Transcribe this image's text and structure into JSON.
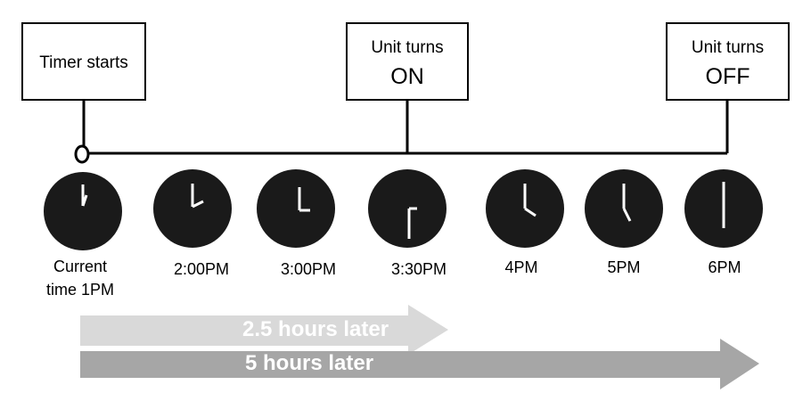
{
  "events": {
    "timer_starts": "Timer starts",
    "unit_on_line1": "Unit turns",
    "unit_on_line2": "ON",
    "unit_off_line1": "Unit turns",
    "unit_off_line2": "OFF"
  },
  "clocks": [
    {
      "label_line1": "Current",
      "label_line2": "time 1PM",
      "time": "1:00"
    },
    {
      "label_line1": "2:00PM",
      "label_line2": "",
      "time": "2:00"
    },
    {
      "label_line1": "3:00PM",
      "label_line2": "",
      "time": "3:00"
    },
    {
      "label_line1": "3:30PM",
      "label_line2": "",
      "time": "3:30"
    },
    {
      "label_line1": "4PM",
      "label_line2": "",
      "time": "4:00"
    },
    {
      "label_line1": "5PM",
      "label_line2": "",
      "time": "5:00"
    },
    {
      "label_line1": "6PM",
      "label_line2": "",
      "time": "6:00"
    }
  ],
  "arrows": {
    "short_label": "2.5 hours later",
    "long_label": "5 hours later",
    "short_color": "#d9d9d9",
    "long_color": "#a6a6a6"
  }
}
